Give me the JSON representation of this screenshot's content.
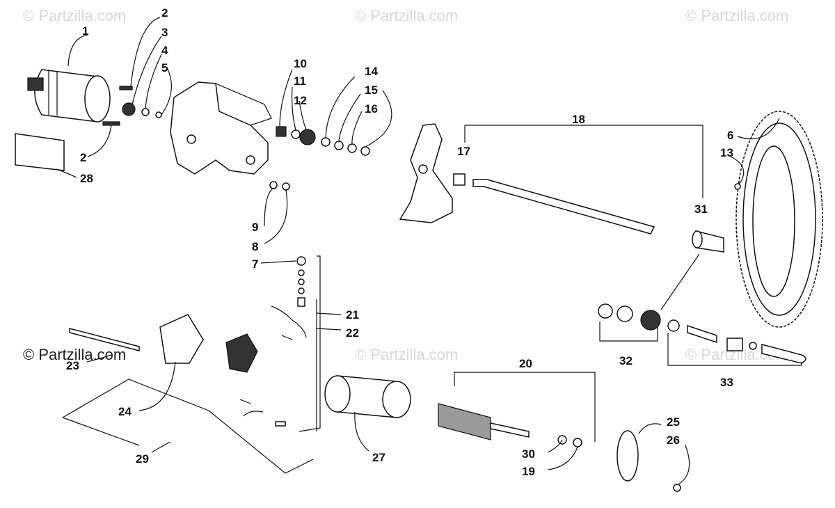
{
  "watermarks": {
    "top_left": "© Partzilla.com",
    "top_center": "© Partzilla.com",
    "top_right": "© Partzilla.com",
    "mid_left": "© Partzilla.com",
    "mid_center": "© Partzilla.com",
    "mid_right": "© Partzilla.com"
  },
  "callouts": [
    "1",
    "2",
    "3",
    "4",
    "5",
    "2",
    "28",
    "10",
    "11",
    "12",
    "14",
    "15",
    "16",
    "9",
    "8",
    "18",
    "17",
    "6",
    "13",
    "31",
    "7",
    "21",
    "22",
    "23",
    "24",
    "29",
    "27",
    "20",
    "30",
    "19",
    "25",
    "26",
    "32",
    "33"
  ],
  "colors": {
    "line": "#111111",
    "watermark": "#d8d8d8",
    "part_fill": "#ffffff",
    "part_dark": "#333333"
  }
}
